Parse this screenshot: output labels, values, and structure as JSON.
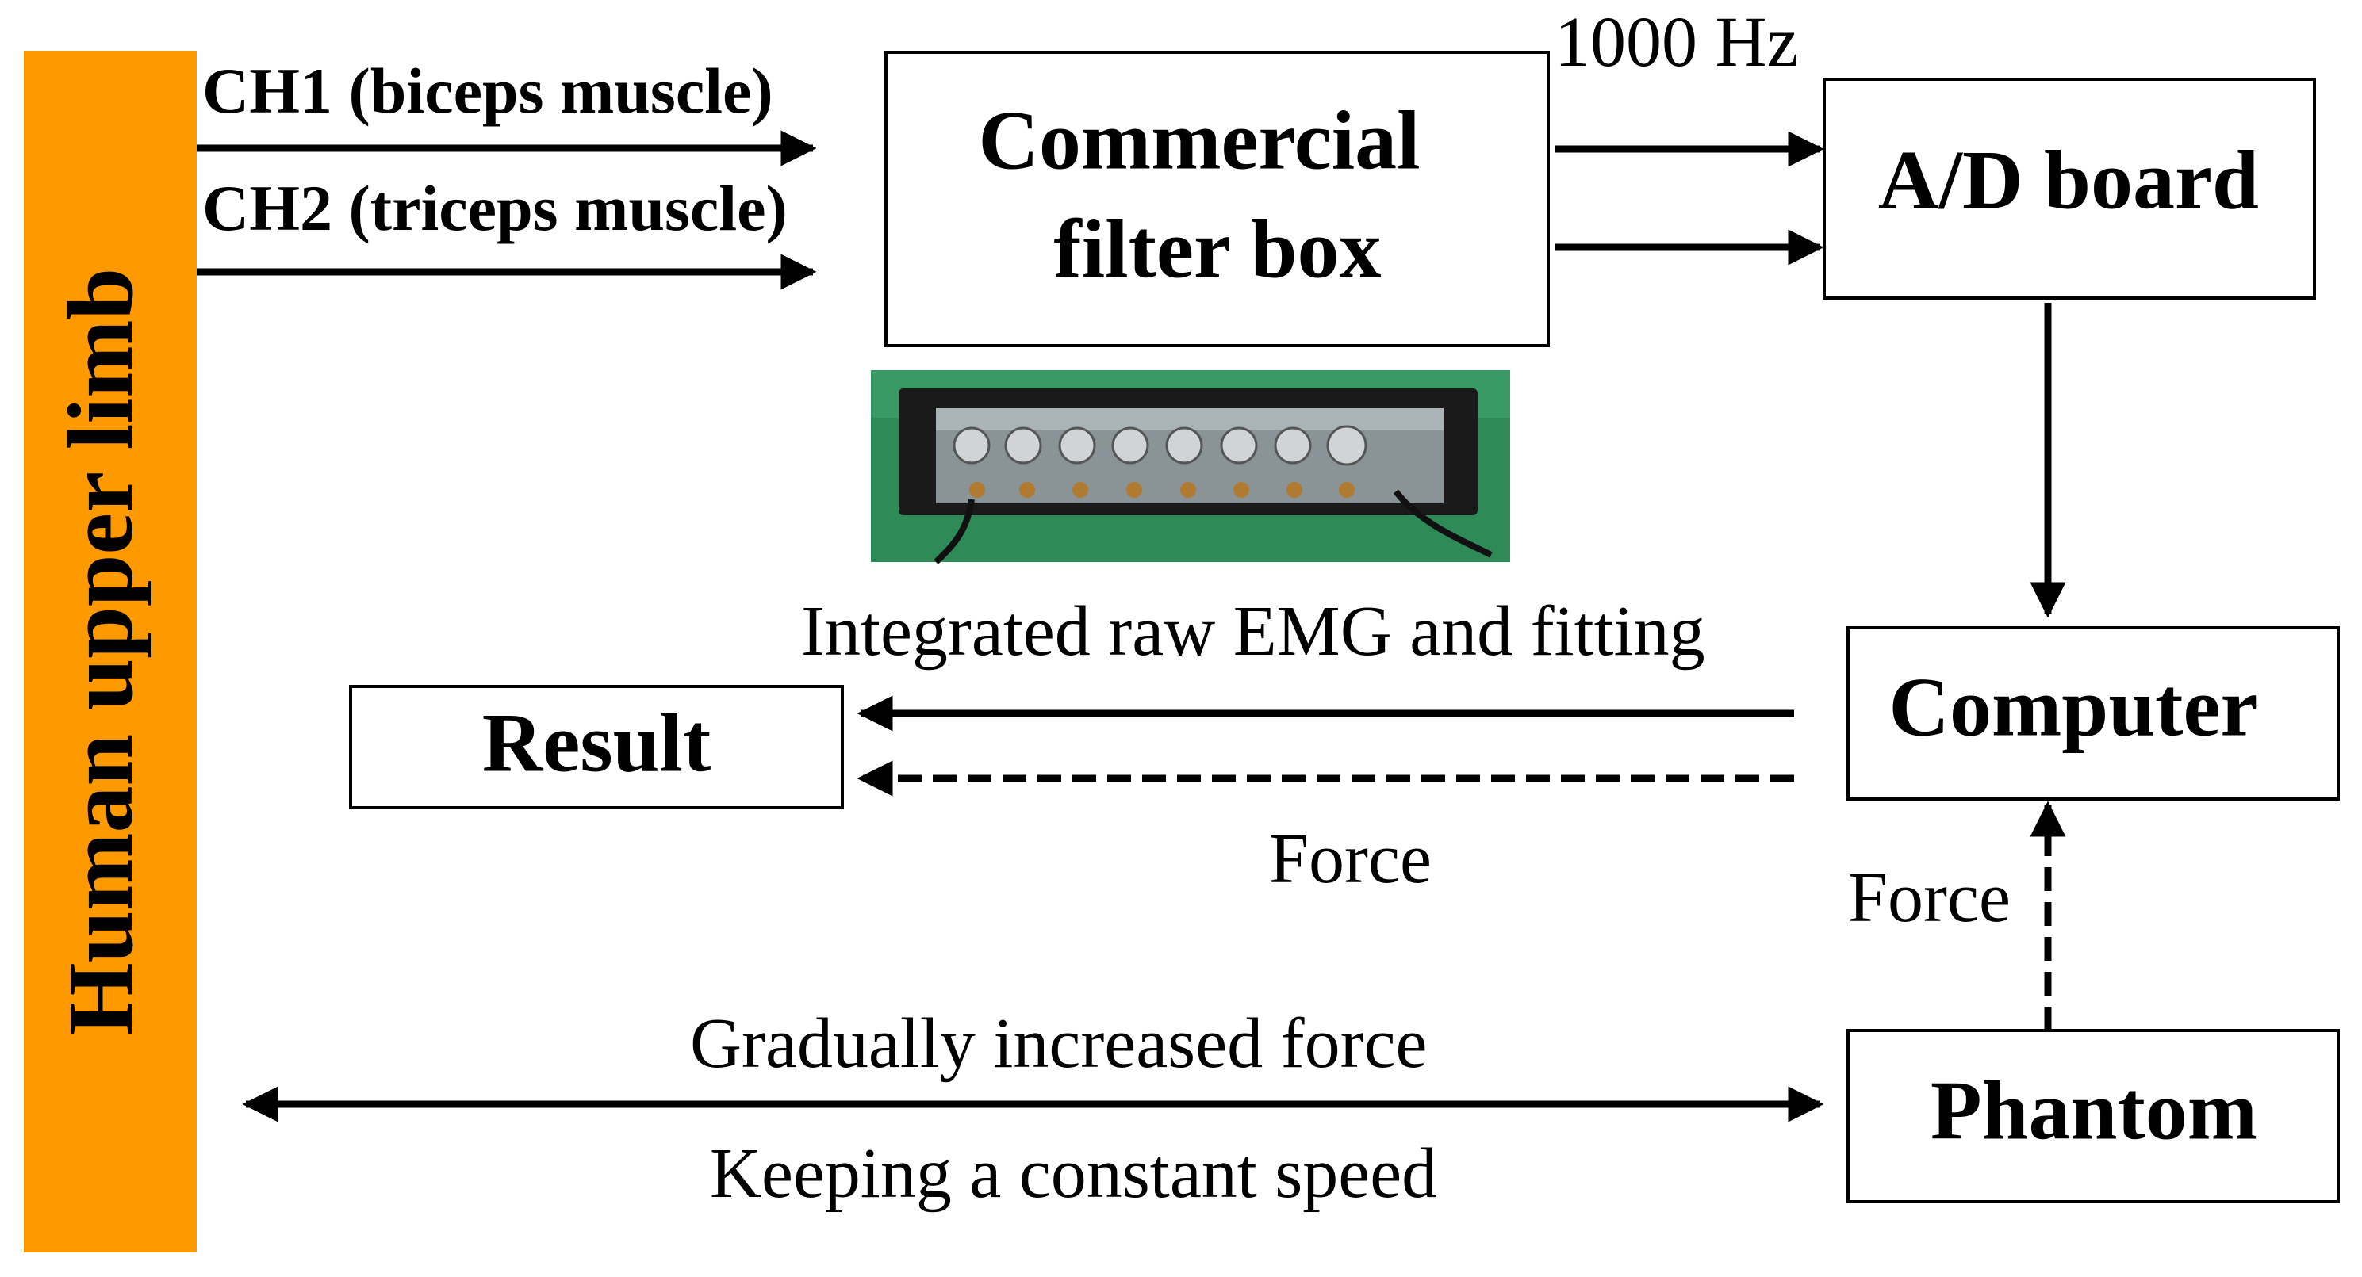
{
  "sidebar": {
    "label": "Human upper limb",
    "color": "#FF9900"
  },
  "channels": {
    "ch1": "CH1 (biceps muscle)",
    "ch2": "CH2 (triceps muscle)"
  },
  "nodes": {
    "filter_box": {
      "line1": "Commercial",
      "line2": "filter box"
    },
    "ad_board": "A/D board",
    "computer": "Computer",
    "result": "Result",
    "phantom": "Phantom"
  },
  "edge_labels": {
    "sampling_rate": "1000 Hz",
    "integrated": "Integrated raw EMG and fitting",
    "force_result": "Force",
    "force_phantom": "Force",
    "gradual": "Gradually increased force",
    "keeping": "Keeping a constant speed"
  },
  "photo": {
    "icon": "filter-box-photo",
    "background": "#2E8B57"
  }
}
